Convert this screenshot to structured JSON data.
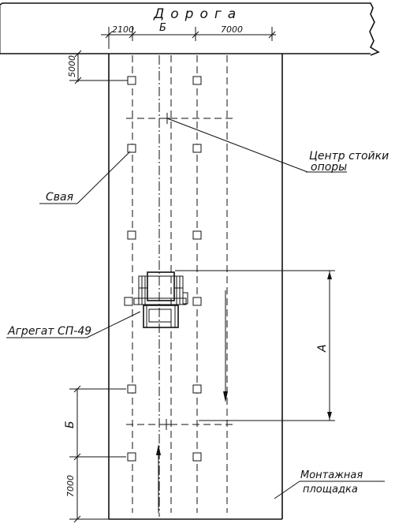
{
  "road": {
    "label": "Дорога"
  },
  "dimensions": {
    "top_left": "2100",
    "top_middle": "Б",
    "top_right": "7000",
    "left_top": "5000",
    "left_middle": "Б",
    "left_bottom": "7000",
    "right_span": "А"
  },
  "callouts": {
    "support_center_line1": "Центр стойки",
    "support_center_line2": "опоры",
    "pile": "Свая",
    "unit": "Агрегат СП-49",
    "assembly_line1": "Монтажная",
    "assembly_line2": "площадка"
  }
}
